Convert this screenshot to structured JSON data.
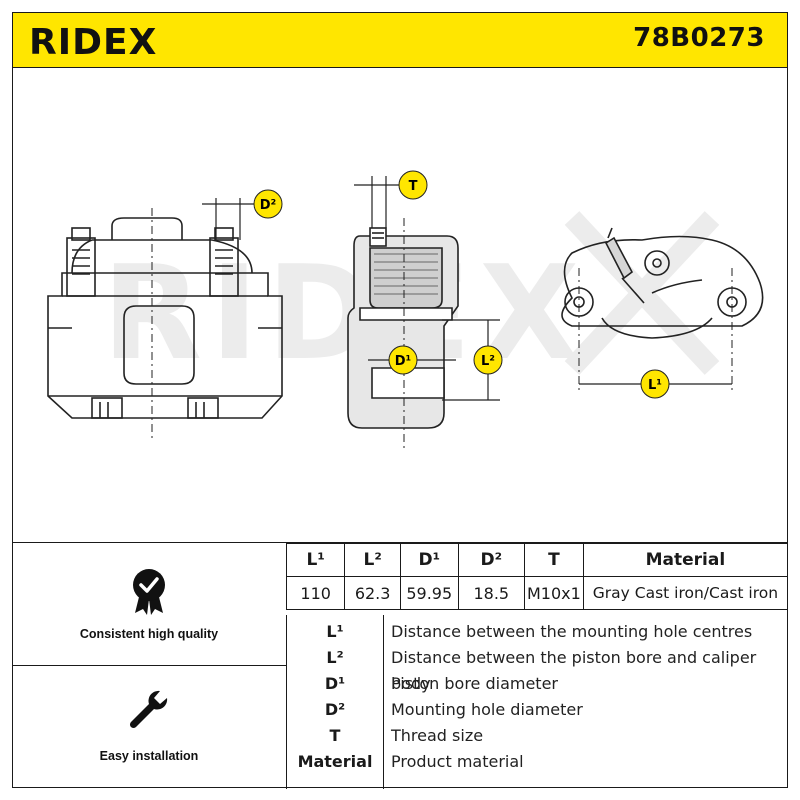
{
  "header": {
    "brand": "RIDEX",
    "part_number": "78B0273",
    "colors": {
      "yellow": "#ffe600",
      "dark": "#1a1a1a"
    }
  },
  "drawing": {
    "watermark": "RIDEX",
    "labels": {
      "d2": "D²",
      "t": "T",
      "d1": "D¹",
      "l2": "L²",
      "l1": "L¹"
    }
  },
  "features": [
    {
      "icon": "quality-badge-icon",
      "label": "Consistent high quality"
    },
    {
      "icon": "wrench-icon",
      "label": "Easy installation"
    }
  ],
  "specs": {
    "headers": [
      "L¹",
      "L²",
      "D¹",
      "D²",
      "T",
      "Material"
    ],
    "values": [
      "110",
      "62.3",
      "59.95",
      "18.5",
      "M10x1",
      "Gray Cast iron/Cast iron"
    ]
  },
  "legend": [
    {
      "key": "L¹",
      "desc": "Distance between the mounting hole centres"
    },
    {
      "key": "L²",
      "desc": "Distance between the piston bore and caliper body"
    },
    {
      "key": "D¹",
      "desc": "Piston bore diameter"
    },
    {
      "key": "D²",
      "desc": "Mounting hole diameter"
    },
    {
      "key": "T",
      "desc": "Thread size"
    },
    {
      "key": "Material",
      "desc": "Product material"
    }
  ]
}
